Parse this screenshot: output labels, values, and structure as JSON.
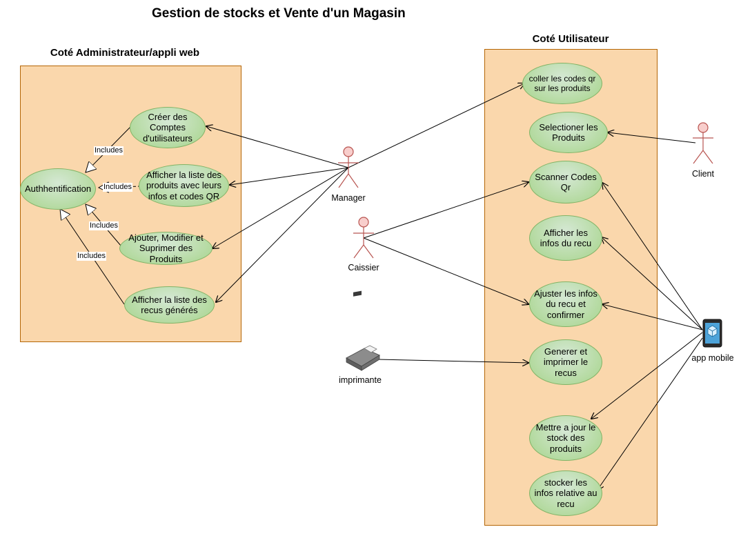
{
  "title": "Gestion de stocks et Vente d'un Magasin",
  "admin_system": {
    "label": "Coté Administrateur/appli web",
    "auth": "Authhentification",
    "use_cases": [
      "Créer des Comptes d'utilisateurs",
      "Afficher la liste des produits avec leurs infos et codes QR",
      "Ajouter, Modifier et Suprimer des Produits",
      "Afficher la liste des recus générés"
    ],
    "include_label": "Includes"
  },
  "user_system": {
    "label": "Coté Utilisateur",
    "use_cases": [
      "coller  les codes qr sur les produits",
      "Selectioner les Produits",
      "Scanner Codes Qr",
      "Afficher les infos du recu",
      "Ajuster les infos du recu et confirmer",
      "Generer et imprimer le recus",
      "Mettre a jour le stock des produits",
      "stocker les infos relative au recu"
    ]
  },
  "actors": {
    "manager": "Manager",
    "caissier": "Caissier",
    "client": "Client",
    "imprimante": "imprimante",
    "app_mobile": "app mobile"
  },
  "colors": {
    "system_fill": "#fad7ac",
    "system_border": "#b46504",
    "usecase_fill": "#a6d48a",
    "usecase_border": "#82b366",
    "actor_fill": "#f8cecc",
    "actor_stroke": "#b85450"
  },
  "icons": {
    "printer": "printer-icon",
    "mobile": "mobile-phone-icon"
  }
}
